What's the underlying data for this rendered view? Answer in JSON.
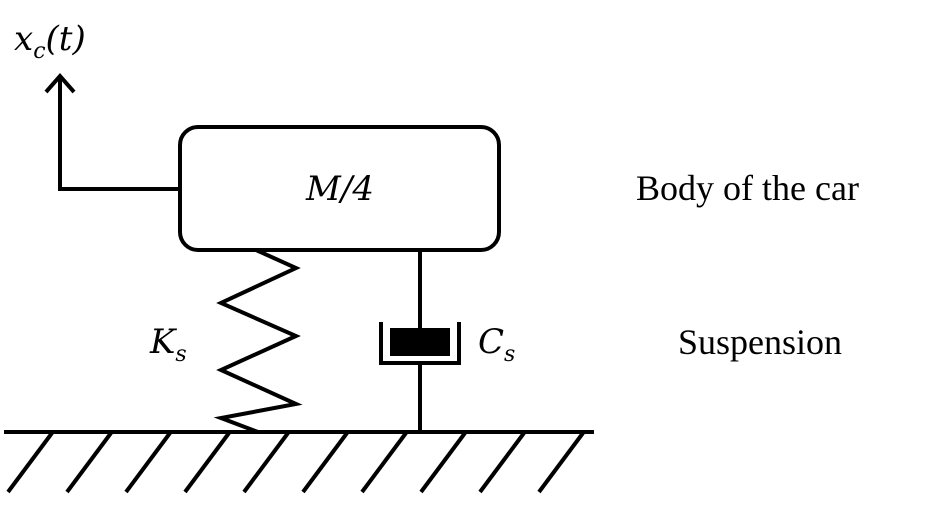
{
  "labels": {
    "displacement": "x",
    "displacement_sub": "c",
    "displacement_arg": "(t)",
    "mass": "M/4",
    "spring": "K",
    "spring_sub": "s",
    "damper": "C",
    "damper_sub": "s",
    "body_caption": "Body of the car",
    "suspension_caption": "Suspension"
  },
  "colors": {
    "ink": "#000000",
    "background": "#ffffff"
  }
}
